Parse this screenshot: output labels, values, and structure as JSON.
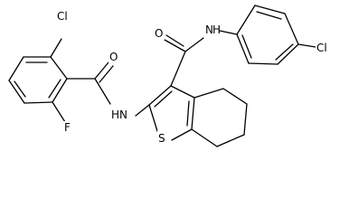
{
  "diagram": {
    "type": "chemical-structure",
    "background": "#ffffff",
    "bond_color": "#000000",
    "label_color": "#000000",
    "atom_labels": {
      "cl_left": "Cl",
      "o_benzoyl": "O",
      "f": "F",
      "nh_amide": "HN",
      "o_carbonyl": "O",
      "nh_top": "N",
      "h_top": "H",
      "cl_right": "Cl",
      "s": "S"
    }
  }
}
